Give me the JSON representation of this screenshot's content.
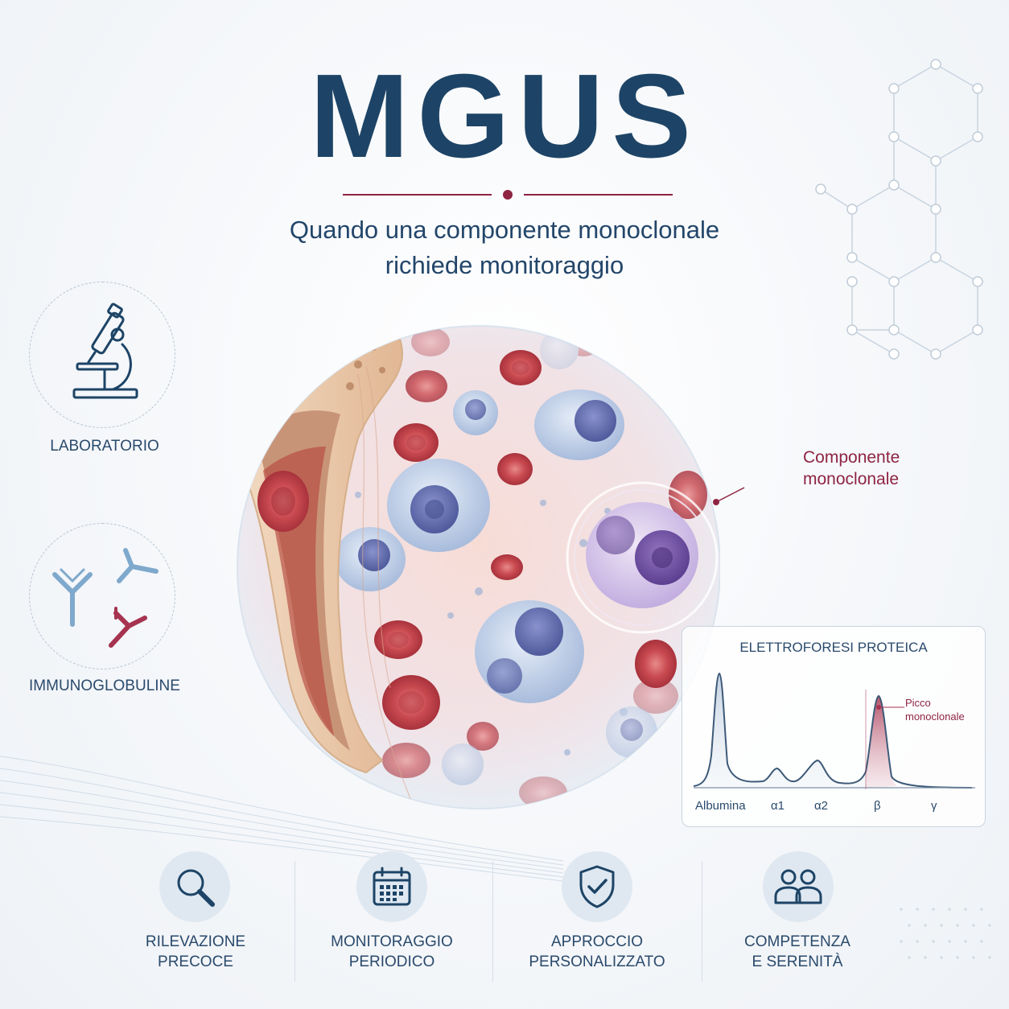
{
  "title": "MGUS",
  "subtitle": {
    "line1": "Quando una componente monoclonale",
    "line2": "richiede monitoraggio"
  },
  "side_features": [
    {
      "label": "LABORATORIO",
      "icon": "microscope-icon"
    },
    {
      "label": "IMMUNOGLOBULINE",
      "icon": "antibody-icon"
    }
  ],
  "callout": {
    "line1": "Componente",
    "line2": "monoclonale"
  },
  "electrophoresis": {
    "title": "ELETTROFORESI PROTEICA",
    "peak_label_line1": "Picco",
    "peak_label_line2": "monoclonale",
    "fractions": [
      "Albumina",
      "α1",
      "α2",
      "β",
      "γ"
    ]
  },
  "features": [
    {
      "line1": "RILEVAZIONE",
      "line2": "PRECOCE",
      "icon": "search-icon"
    },
    {
      "line1": "MONITORAGGIO",
      "line2": "PERIODICO",
      "icon": "calendar-icon"
    },
    {
      "line1": "APPROCCIO",
      "line2": "PERSONALIZZATO",
      "icon": "shield-check-icon"
    },
    {
      "line1": "COMPETENZA",
      "line2": "E SERENITÀ",
      "icon": "people-icon"
    }
  ],
  "colors": {
    "navy": "#1d4466",
    "accent": "#8e2442",
    "icon_blue": "#4a7fa8"
  }
}
